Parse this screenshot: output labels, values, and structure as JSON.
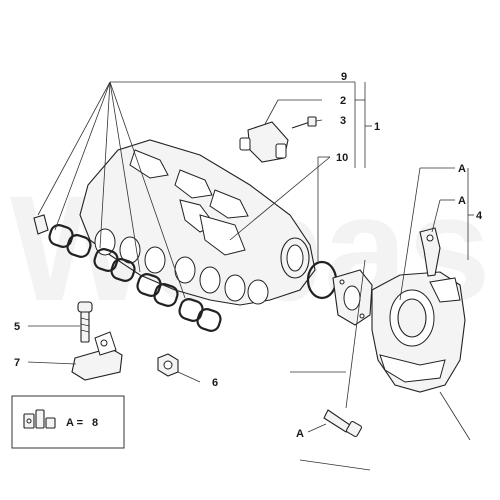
{
  "callouts": {
    "c1": "1",
    "c2": "2",
    "c3": "3",
    "c4": "4",
    "c5": "5",
    "c6": "6",
    "c7": "7",
    "c9": "9",
    "c10": "10",
    "cA1": "A",
    "cA2": "A",
    "cA3": "A"
  },
  "legend": {
    "text": "A =",
    "value": "8"
  },
  "watermark": "Webas",
  "colors": {
    "line": "#333333",
    "part_fill": "#f4f4f4"
  },
  "icons": {
    "legend": "bolt-kit-icon"
  }
}
